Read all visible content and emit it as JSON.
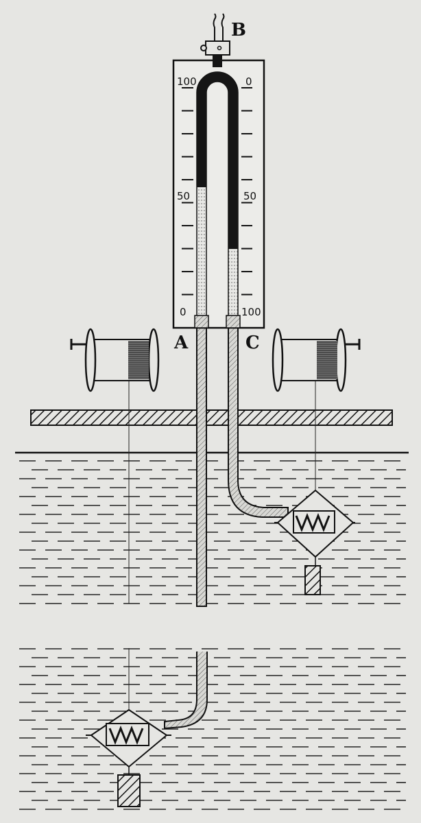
{
  "labels": {
    "a": "A",
    "b": "B",
    "c": "C"
  },
  "scale": {
    "left_top": "100",
    "left_mid": "50",
    "left_bottom": "0",
    "right_top": "0",
    "right_mid": "50",
    "right_bottom": "100"
  },
  "colors": {
    "ink": "#111111",
    "paper": "#e6e6e3",
    "liquid": "#cfcfcb"
  }
}
